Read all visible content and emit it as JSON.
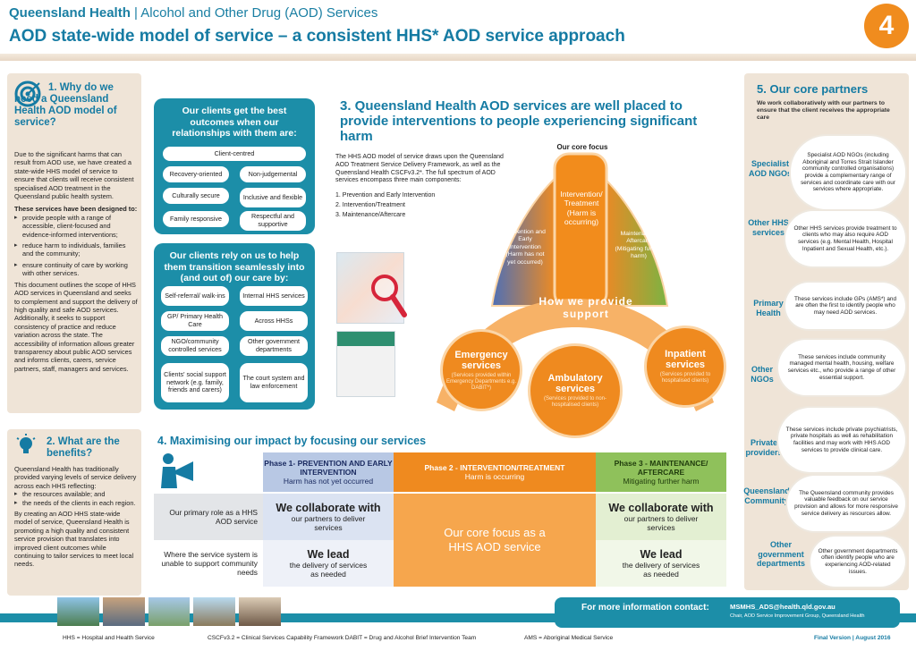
{
  "header": {
    "org": "Queensland Health",
    "service": "Alcohol and Other Drug (AOD) Services",
    "title": "AOD state-wide model of service – a consistent HHS* AOD service approach",
    "badge": "4"
  },
  "why": {
    "title": "1. Why do we need a Queensland Health AOD model of service?",
    "intro": "Due to the significant harms that can result from AOD use, we have created a state-wide HHS model of service to ensure that clients will receive consistent specialised AOD treatment in the Queensland public health system.",
    "designed": "These services have been designed to:",
    "bullets": [
      "provide people with a range of accessible, client-focused and evidence-informed interventions;",
      "reduce harm to individuals, families and the community;",
      "ensure continuity of care by working with other services."
    ],
    "outro": "This document outlines the scope of HHS AOD services in Queensland and seeks to complement and support the delivery of high quality and safe AOD services. Additionally, it seeks to support consistency of practice and reduce variation across the state. The accessibility of information allows greater transparency about public AOD services and informs clients, carers, service partners, staff, managers and services."
  },
  "benefits": {
    "title": "2. What are the benefits?",
    "intro": "Queensland Health has traditionally provided varying levels of service delivery across each HHS reflecting:",
    "bullets": [
      "the resources available; and",
      "the needs of the clients in each region."
    ],
    "outro": "By creating an AOD HHS state-wide model of service, Queensland Health is promoting a high quality and consistent service provision that translates into improved client outcomes while continuing to tailor services to meet local needs."
  },
  "relationships": {
    "title": "Our clients get the best outcomes when our relationships with them are:",
    "top": "Client-centred",
    "items": [
      "Recovery-oriented",
      "Non-judgemental",
      "Culturally secure",
      "Inclusive and flexible",
      "Family responsive",
      "Respectful and supportive"
    ]
  },
  "transition": {
    "title": "Our clients rely on us to help them transition seamlessly into (and out of) our care by:",
    "items": [
      "Self-referral/ walk-ins",
      "Internal HHS services",
      "GP/ Primary Health Care",
      "Across HHSs",
      "NGO/community controlled services",
      "Other government departments",
      "Clients' social support network (e.g. family, friends and carers)",
      "The court system and law enforcement"
    ]
  },
  "interventions": {
    "title": "3. Queensland Health AOD services are well placed to provide interventions to people experiencing significant harm",
    "body": "The HHS AOD model of service draws upon the Queensland AOD Treatment Service Delivery Framework, as well as the Queensland Health CSCFv3.2*. The full spectrum of AOD services encompass three main components:",
    "steps": [
      "1.   Prevention and Early Intervention",
      "2.   Intervention/Treatment",
      "3.   Maintenance/Aftercare"
    ],
    "core_focus": "Our core focus",
    "bell": {
      "left": "Prevention and Early Intervention (Harm has not yet occurred)",
      "center": "Intervention/ Treatment (Harm is occurring)",
      "right": "Maintenance/ Aftercare (Mitigating further harm)"
    },
    "arc_text": "How we provide support",
    "circles": [
      {
        "title": "Emergency services",
        "sub": "(Services provided within Emergency Departments e.g. DABIT*)"
      },
      {
        "title": "Ambulatory services",
        "sub": "(Services provided to non-hospitalised clients)"
      },
      {
        "title": "Inpatient services",
        "sub": "(Services provided to hospitalised clients)"
      }
    ]
  },
  "impact": {
    "title": "4. Maximising our impact by focusing our services",
    "phase1": {
      "name": "Phase 1- PREVENTION AND EARLY INTERVENTION",
      "sub": "Harm has not yet occurred"
    },
    "phase2": {
      "name": "Phase 2 - INTERVENTION/TREATMENT",
      "sub": "Harm is occurring"
    },
    "phase3": {
      "name": "Phase 3 - MAINTENANCE/ AFTERCARE",
      "sub": "Mitigating further harm"
    },
    "row1_label": "Our primary role as a HHS AOD service",
    "row2_label": "Where the service system is unable to support community needs",
    "collab_big": "We collaborate with",
    "collab_small": "our partners to deliver services",
    "lead_big": "We lead",
    "lead_small": "the delivery of services as needed",
    "core": "Our core focus as a HHS AOD service"
  },
  "partners": {
    "title": "5. Our core partners",
    "intro": "We work collaboratively with our partners to ensure that the client receives the appropriate care",
    "list": [
      {
        "label": "Specialist AOD NGOs",
        "desc": "Specialist AOD NGOs (including Aboriginal and Torres Strait Islander community controlled organisations) provide a complementary range of services and coordinate care with our services where appropriate."
      },
      {
        "label": "Other HHS services",
        "desc": "Other HHS services provide treatment to clients who may also require AOD services (e.g. Mental Health, Hospital Inpatient and Sexual Health, etc.)."
      },
      {
        "label": "Primary Health",
        "desc": "These services include GPs (AMS*) and are often the first to identify people who may need AOD services."
      },
      {
        "label": "Other NGOs",
        "desc": "These services include community managed mental health, housing, welfare services etc., who provide a range of other essential support."
      },
      {
        "label": "Private providers",
        "desc": "These services include private psychiatrists, private hospitals as well as rehabilitation facilities and may work with HHS AOD services to provide clinical care."
      },
      {
        "label": "Queensland Community",
        "desc": "The Queensland community provides valuable feedback on our service provision and allows for more responsive service delivery as resources allow."
      },
      {
        "label": "Other government departments",
        "desc": "Other government departments often identify people who are experiencing AOD-related issues."
      }
    ]
  },
  "contact": {
    "label": "For more information contact:",
    "email": "MSMHS_ADS@health.qld.gov.au",
    "role": "Chair, AOD Service Improvement Group, Queensland Health"
  },
  "footer": {
    "hhs": "HHS = Hospital and Health Service",
    "cscf": "CSCFv3.2 = Clinical Services Capability Framework  DABIT = Drug and Alcohol Brief Intervention Team",
    "ams": "AMS = Aboriginal Medical Service",
    "version": "Final Version | August 2016"
  }
}
